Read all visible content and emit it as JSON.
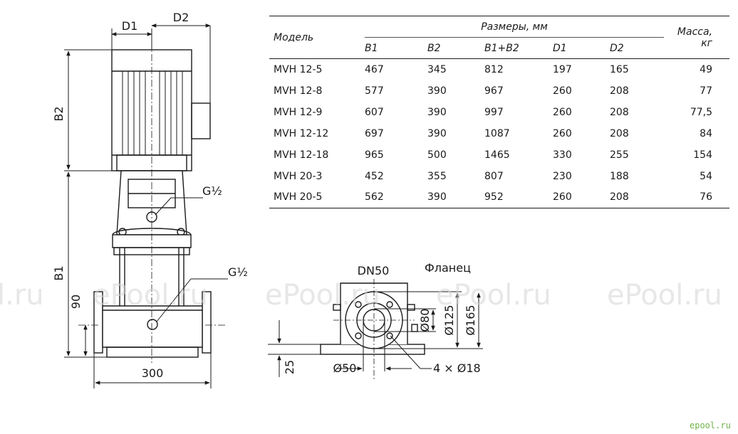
{
  "table": {
    "model_header": "Модель",
    "sizes_header": "Размеры, мм",
    "mass_header": "Масса, кг",
    "columns": [
      "B1",
      "B2",
      "B1+B2",
      "D1",
      "D2"
    ],
    "rows": [
      {
        "model": "MVH 12-5",
        "b1": "467",
        "b2": "345",
        "sum": "812",
        "d1": "197",
        "d2": "165",
        "mass": "49"
      },
      {
        "model": "MVH 12-8",
        "b1": "577",
        "b2": "390",
        "sum": "967",
        "d1": "260",
        "d2": "208",
        "mass": "77"
      },
      {
        "model": "MVH 12-9",
        "b1": "607",
        "b2": "390",
        "sum": "997",
        "d1": "260",
        "d2": "208",
        "mass": "77,5"
      },
      {
        "model": "MVH 12-12",
        "b1": "697",
        "b2": "390",
        "sum": "1087",
        "d1": "260",
        "d2": "208",
        "mass": "84"
      },
      {
        "model": "MVH 12-18",
        "b1": "965",
        "b2": "500",
        "sum": "1465",
        "d1": "330",
        "d2": "255",
        "mass": "154"
      },
      {
        "model": "MVH 20-3",
        "b1": "452",
        "b2": "355",
        "sum": "807",
        "d1": "230",
        "d2": "188",
        "mass": "54"
      },
      {
        "model": "MVH 20-5",
        "b1": "562",
        "b2": "390",
        "sum": "952",
        "d1": "260",
        "d2": "208",
        "mass": "76"
      }
    ]
  },
  "drawing": {
    "d1": "D1",
    "d2": "D2",
    "b2": "B2",
    "b1": "B1",
    "h90": "90",
    "w300": "300",
    "g_upper": "G½",
    "g_lower": "G½",
    "dn": "DN50",
    "flange": "Фланец",
    "d80": "Ø80",
    "d125": "Ø125",
    "d165": "Ø165",
    "d50": "Ø50",
    "h25": "25",
    "holes": "4 × Ø18"
  },
  "watermark": {
    "text": "ePool.ru",
    "partial": "l.ru",
    "brand": "epool.ru"
  }
}
